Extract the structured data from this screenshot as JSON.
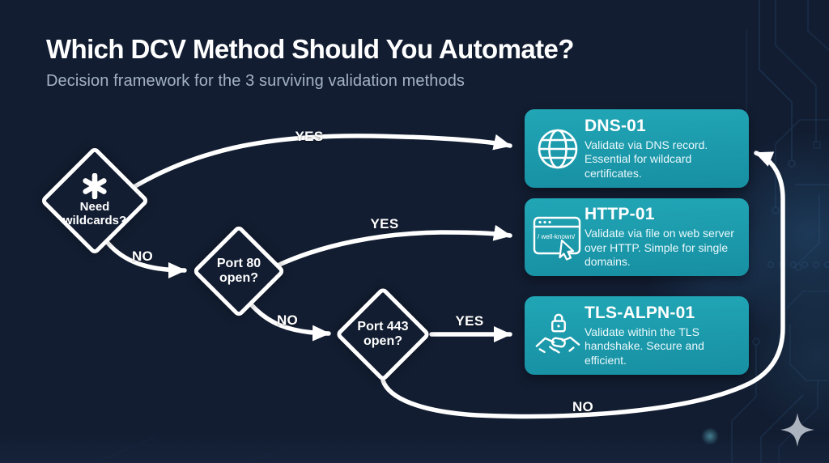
{
  "page": {
    "title": "Which DCV Method Should You Automate?",
    "subtitle": "Decision framework for the 3 surviving validation methods"
  },
  "colors": {
    "background": "#121d31",
    "card_teal": "#1a9cae",
    "arrow_white": "#ffffff",
    "subtitle_gray": "#a4b2c6",
    "circuit_trace": "#30567f"
  },
  "flow": {
    "decisions": [
      {
        "icon": "asterisk-icon",
        "label": "Need wildcards?"
      },
      {
        "icon": "",
        "label": "Port 80 open?"
      },
      {
        "icon": "",
        "label": "Port 443 open?"
      }
    ],
    "edge_labels": {
      "wildcards_yes": "YES",
      "wildcards_no": "NO",
      "port80_yes": "YES",
      "port80_no": "NO",
      "port443_yes": "YES",
      "port443_no": "NO"
    }
  },
  "cards": [
    {
      "icon": "globe-icon",
      "title": "DNS-01",
      "description": "Validate via DNS record. Essential for wildcard certificates."
    },
    {
      "icon": "browser-window-icon",
      "icon_text": "/ well-known/",
      "title": "HTTP-01",
      "description": "Validate via file on web server over HTTP. Simple for single domains."
    },
    {
      "icon": "handshake-padlock-icon",
      "title": "TLS-ALPN-01",
      "description": "Validate within the TLS handshake. Secure and efficient."
    }
  ],
  "decorations": {
    "sparkle_icon": "four-point-sparkle-icon",
    "circuit_pattern": "circuit-board-pattern"
  }
}
